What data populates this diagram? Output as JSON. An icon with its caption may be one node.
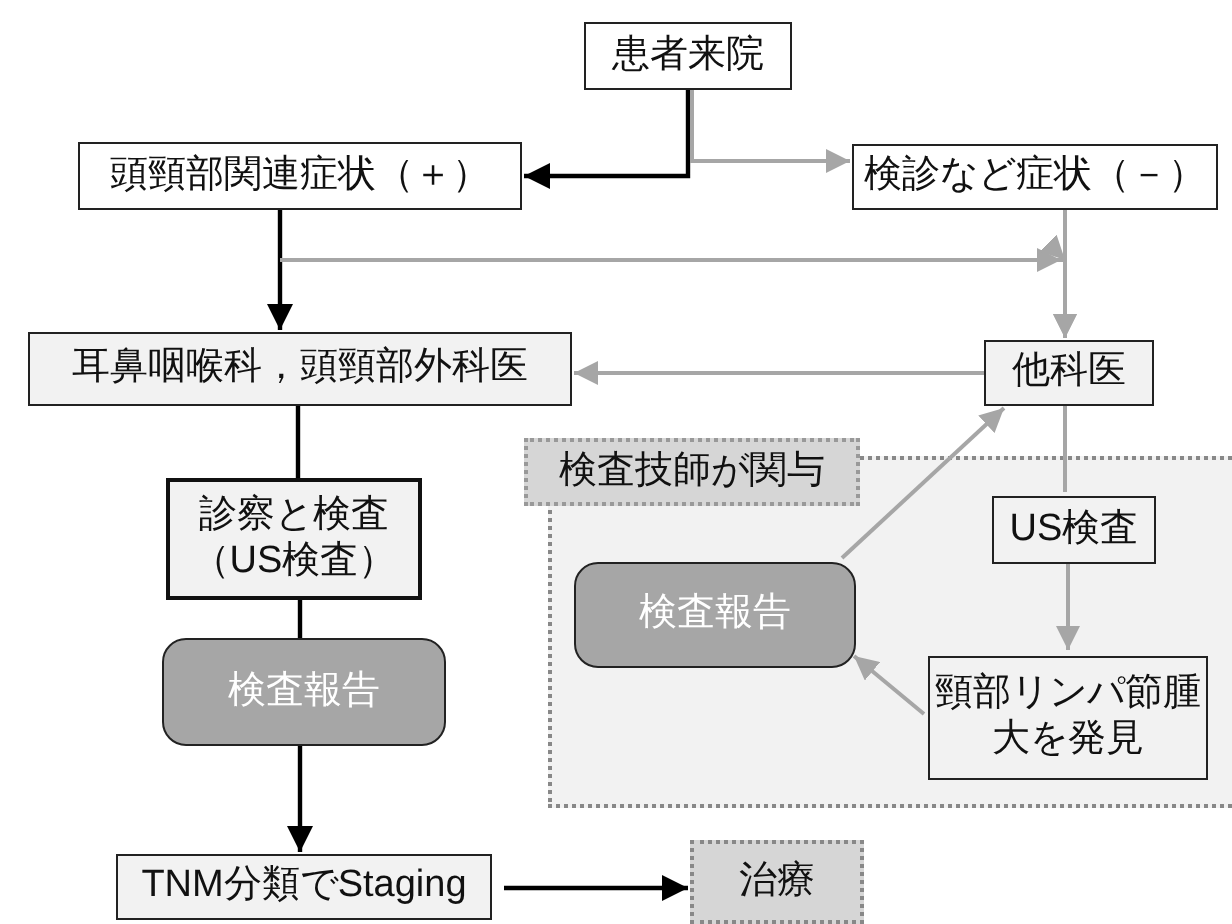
{
  "diagram": {
    "nodes": [
      {
        "text": [
          "患者来院"
        ]
      },
      {
        "text": [
          "頭頸部関連症状（＋）"
        ]
      },
      {
        "text": [
          "検診など症状（－）"
        ]
      },
      {
        "text": [
          "耳鼻咽喉科，頭頸部外科医"
        ]
      },
      {
        "text": [
          "他科医"
        ]
      },
      {
        "text": [
          "検査技師が関与"
        ]
      },
      {
        "text": [
          "診察と検査（US検査）"
        ]
      },
      {
        "text": [
          "US検査"
        ],
        "in": 5
      },
      {
        "text": [
          "検査報告"
        ],
        "in": 5
      },
      {
        "text": [
          "検査報告"
        ]
      },
      {
        "text": [
          "頸部リンパ節腫大を発見"
        ],
        "in": 5
      },
      {
        "text": [
          "TNM分類でStaging"
        ]
      },
      {
        "text": [
          "治療"
        ]
      }
    ],
    "edges": [
      {
        "from": 0,
        "to": 1,
        "arrow": "to",
        "color": "#000000"
      },
      {
        "from": 0,
        "to": 2,
        "arrow": "to"
      },
      {
        "from": 1,
        "to": 3,
        "arrow": "to",
        "color": "#000000"
      },
      {
        "from": 1,
        "to": 4,
        "arrow": "to"
      },
      {
        "from": 2,
        "to": 4,
        "arrow": "to"
      },
      {
        "from": 4,
        "to": 3,
        "arrow": "to"
      },
      {
        "from": 3,
        "to": 6,
        "arrow": "none",
        "color": "#000000"
      },
      {
        "from": 6,
        "to": 9,
        "arrow": "none",
        "color": "#000000"
      },
      {
        "from": 9,
        "to": 11,
        "arrow": "to",
        "color": "#000000"
      },
      {
        "from": 11,
        "to": 12,
        "arrow": "to",
        "color": "#000000"
      },
      {
        "from": 4,
        "to": 7,
        "arrow": "none"
      },
      {
        "from": 7,
        "to": 10,
        "arrow": "to"
      },
      {
        "from": 10,
        "to": 8,
        "arrow": "to"
      },
      {
        "from": 8,
        "to": 4,
        "arrow": "to"
      }
    ]
  }
}
